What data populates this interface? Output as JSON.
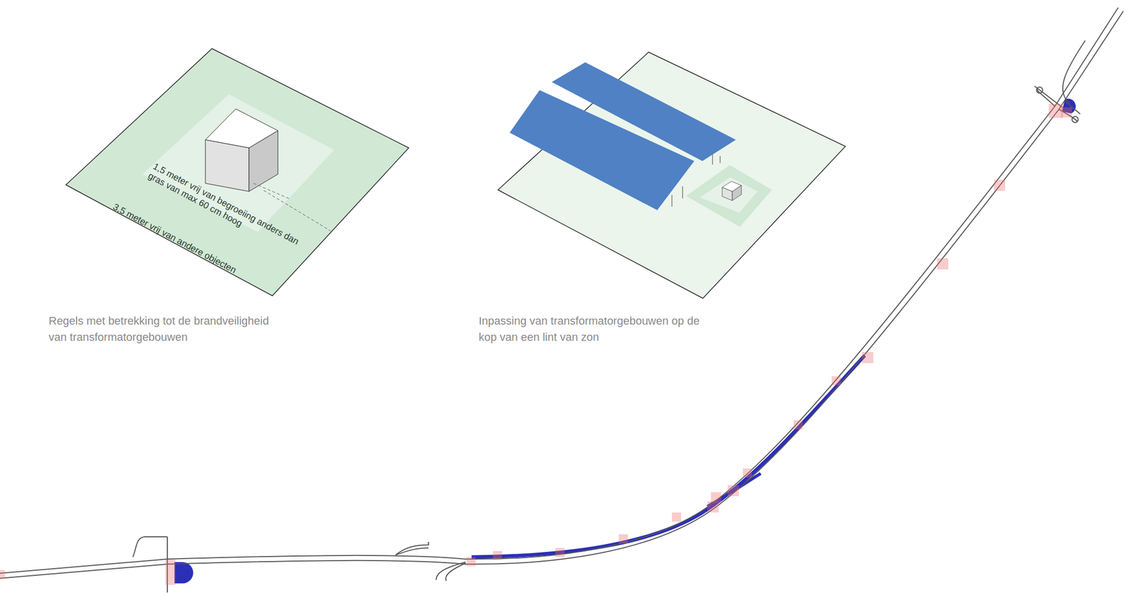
{
  "diagram": {
    "labels": [
      "1,5 meter vrij van begroeiing anders dan gras van max 60 cm hoog",
      "3,5 meter vrij van andere objecten",
      "Regels met betrekking tot de brandveiligheid van transformatorgebouwen",
      "Inpassing van transformatorgebouwen op de kop van een lint van zon"
    ]
  }
}
